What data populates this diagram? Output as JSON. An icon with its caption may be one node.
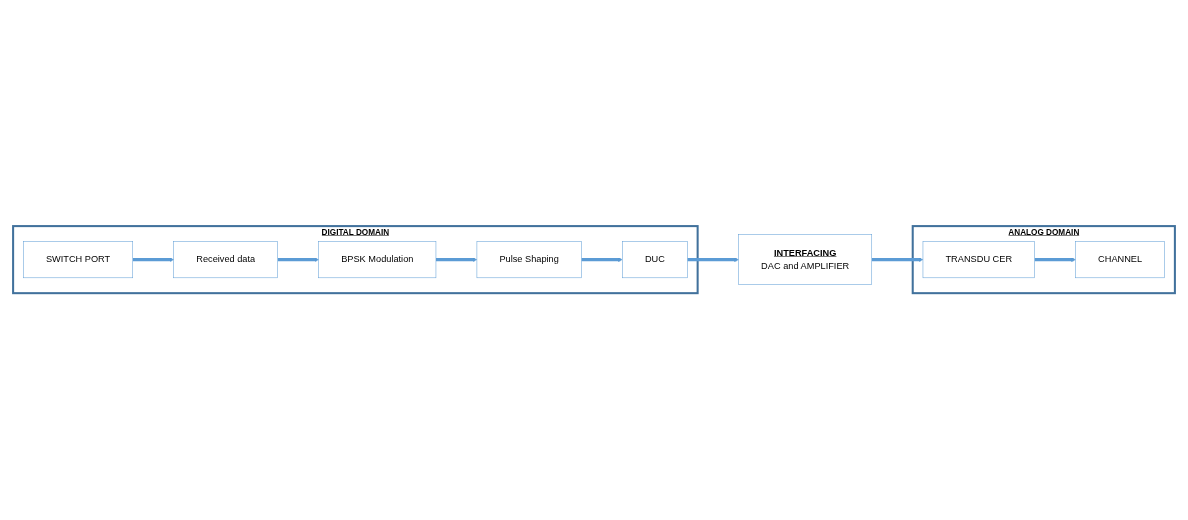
{
  "diagram": {
    "nodes": [
      {
        "text": [
          "DIGITAL DOMAIN"
        ]
      },
      {
        "text": [
          "SWITCH PORT"
        ],
        "in": 0
      },
      {
        "text": [
          "Received data"
        ],
        "in": 0
      },
      {
        "text": [
          "BPSK Modulation"
        ],
        "in": 0
      },
      {
        "text": [
          "Pulse Shaping"
        ],
        "in": 0
      },
      {
        "text": [
          "DUC"
        ],
        "in": 0
      },
      {
        "text": [
          "ANALOG DOMAIN"
        ]
      },
      {
        "text": [
          "CHANNEL"
        ],
        "in": 6
      },
      {
        "text": [
          "TRANSDU CER"
        ],
        "in": 6
      },
      {
        "text": [
          "INTERFACING",
          "DAC and AMPLIFIER"
        ]
      }
    ],
    "edges": [
      {
        "from": 1,
        "to": 2,
        "arrow": "to"
      },
      {
        "from": 2,
        "to": 3,
        "arrow": "to"
      },
      {
        "from": 3,
        "to": 4,
        "arrow": "to"
      },
      {
        "from": 4,
        "to": 5,
        "arrow": "to"
      },
      {
        "from": 5,
        "to": 9,
        "arrow": "to"
      },
      {
        "from": 9,
        "to": 8,
        "arrow": "to"
      },
      {
        "from": 8,
        "to": 7,
        "arrow": "to"
      }
    ]
  }
}
